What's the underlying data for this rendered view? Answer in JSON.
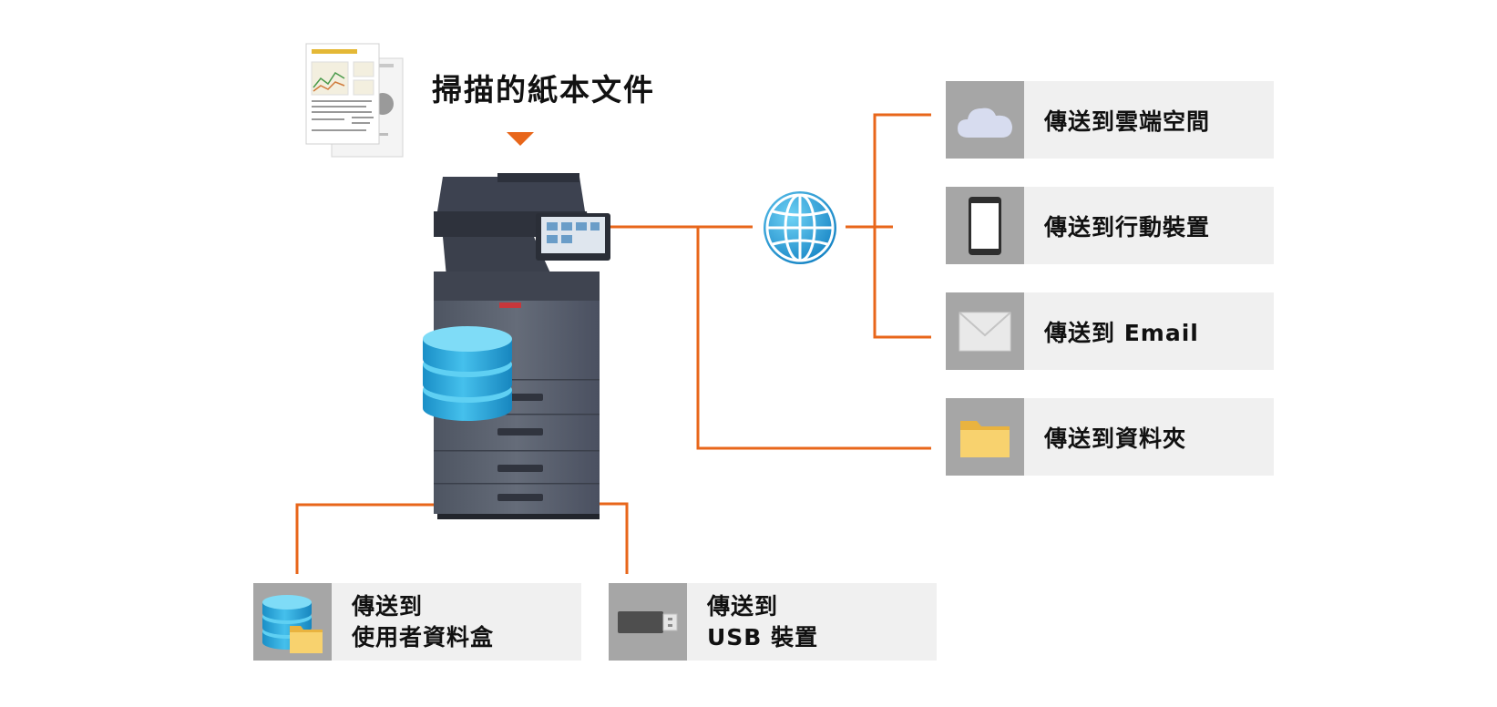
{
  "source": {
    "title": "掃描的紙本文件"
  },
  "destinations": {
    "cloud": {
      "label": "傳送到雲端空間",
      "icon": "cloud-icon"
    },
    "mobile": {
      "label": "傳送到行動裝置",
      "icon": "smartphone-icon"
    },
    "email": {
      "label": "傳送到 Email",
      "icon": "envelope-icon"
    },
    "folder": {
      "label": "傳送到資料夾",
      "icon": "folder-icon"
    },
    "user_box": {
      "line1": "傳送到",
      "line2": "使用者資料盒",
      "icon": "database-folder-icon"
    },
    "usb": {
      "line1": "傳送到",
      "line2": "USB 裝置",
      "icon": "usb-drive-icon"
    }
  },
  "colors": {
    "connector": "#e8661a",
    "card_bg": "#f0f0f0",
    "thumb_bg": "#a6a6a6",
    "globe": "#1d9fd6",
    "database": "#2aa8dc",
    "folder": "#f6c95b"
  },
  "icons": {
    "document": "document-stack-icon",
    "printer": "multifunction-printer-icon",
    "globe": "globe-icon",
    "storage": "database-icon"
  }
}
